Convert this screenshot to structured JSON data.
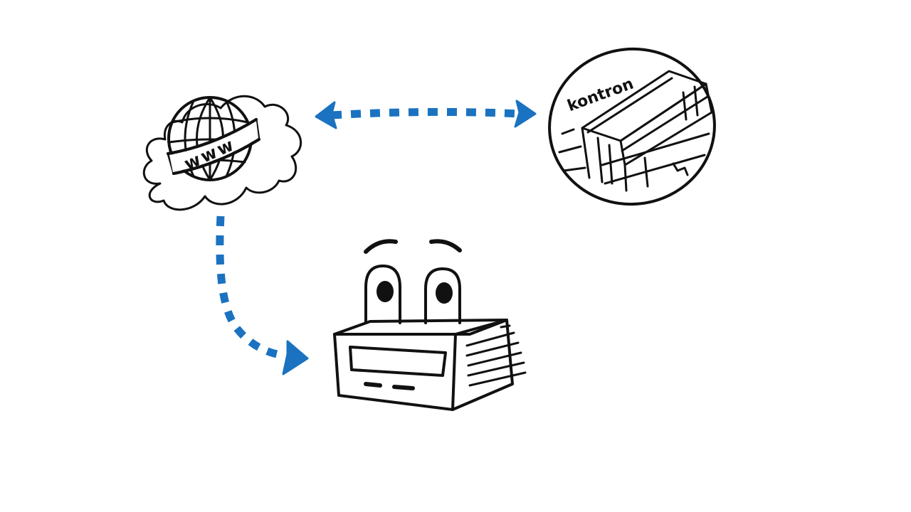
{
  "colors": {
    "arrow": "#1a72c0",
    "ink": "#111111",
    "background": "#ffffff"
  },
  "diagram": {
    "nodes": [
      {
        "id": "internet",
        "icon": "globe-cloud-icon",
        "label": "www"
      },
      {
        "id": "company",
        "icon": "building-icon",
        "label": "kontron"
      },
      {
        "id": "device",
        "icon": "device-with-eyes-icon"
      }
    ],
    "edges": [
      {
        "from": "internet",
        "to": "company",
        "direction": "both"
      },
      {
        "from": "internet",
        "to": "device",
        "direction": "forward"
      }
    ]
  }
}
